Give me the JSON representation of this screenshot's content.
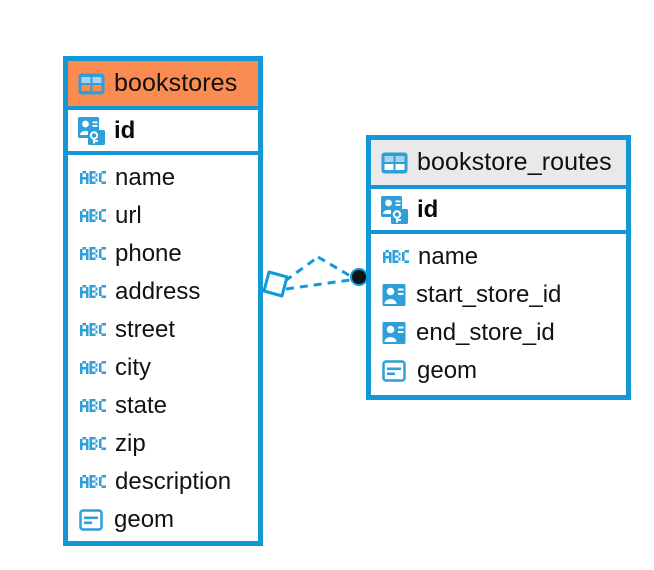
{
  "diagram": {
    "title": "database-schema-er-diagram",
    "colors": {
      "border_blue": "#1397D5",
      "header_orange": "#FB8C51",
      "header_grey": "#E9E9E9",
      "icon_blue": "#2E9FD8",
      "text_black": "#101010",
      "connector_blue": "#0E9BD9",
      "endpoint_dark": "#111111"
    },
    "tables": [
      {
        "id": "bookstores",
        "name": "bookstores",
        "header_style": "orange",
        "header_icon": "table-icon",
        "primary_key": {
          "label": "id",
          "icon": "primary-key-icon"
        },
        "fields": [
          {
            "label": "name",
            "icon": "abc-text-icon"
          },
          {
            "label": "url",
            "icon": "abc-text-icon"
          },
          {
            "label": "phone",
            "icon": "abc-text-icon"
          },
          {
            "label": "address",
            "icon": "abc-text-icon"
          },
          {
            "label": "street",
            "icon": "abc-text-icon"
          },
          {
            "label": "city",
            "icon": "abc-text-icon"
          },
          {
            "label": "state",
            "icon": "abc-text-icon"
          },
          {
            "label": "zip",
            "icon": "abc-text-icon"
          },
          {
            "label": "description",
            "icon": "abc-text-icon"
          },
          {
            "label": "geom",
            "icon": "geometry-icon"
          }
        ]
      },
      {
        "id": "bookstore_routes",
        "name": "bookstore_routes",
        "header_style": "grey",
        "header_icon": "table-icon",
        "primary_key": {
          "label": "id",
          "icon": "primary-key-icon"
        },
        "fields": [
          {
            "label": "name",
            "icon": "abc-text-icon"
          },
          {
            "label": "start_store_id",
            "icon": "foreign-key-icon"
          },
          {
            "label": "end_store_id",
            "icon": "foreign-key-icon"
          },
          {
            "label": "geom",
            "icon": "geometry-icon"
          }
        ]
      }
    ],
    "relationship": {
      "from_table": "bookstores",
      "to_table": "bookstore_routes",
      "from_marker": "diamond-endpoint",
      "to_marker": "filled-circle-endpoint",
      "line_style": "dashed",
      "branch_count": 3
    }
  }
}
